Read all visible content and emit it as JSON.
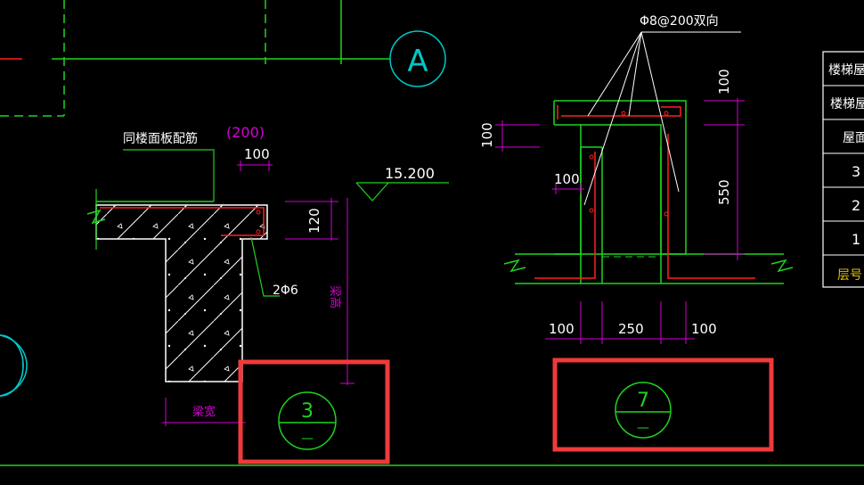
{
  "colors": {
    "background": "#000000",
    "green": "#1fd41f",
    "bright_green": "#00ff00",
    "white": "#ffffff",
    "magenta": "#d400d4",
    "cyan": "#00c8c8",
    "red": "#ff2020",
    "highlight": "#f03a3a"
  },
  "grid_axis": {
    "label": "A"
  },
  "left_section": {
    "slab_note": "同楼面板配筋",
    "spacing_note": "(200)",
    "dim_top": "100",
    "dim_height": "120",
    "elevation": "15.200",
    "rebar": "2Φ6",
    "beam_height_label": "梁高",
    "beam_width_label": "梁宽",
    "detail_number": "3",
    "detail_sheet": "—"
  },
  "right_section": {
    "rebar_note": "Φ8@200双向",
    "dim_top_thickness": "100",
    "dim_wall_height": "550",
    "dim_left_ledge": "100",
    "dim_inner_offset": "100",
    "dim_bottom_left": "100",
    "dim_bottom_mid": "250",
    "dim_bottom_right": "100",
    "detail_number": "7",
    "detail_sheet": "—"
  },
  "table_fragment": {
    "rows": [
      "楼梯屋面",
      "楼梯屋",
      "屋面",
      "3",
      "2",
      "1",
      "层号"
    ]
  }
}
